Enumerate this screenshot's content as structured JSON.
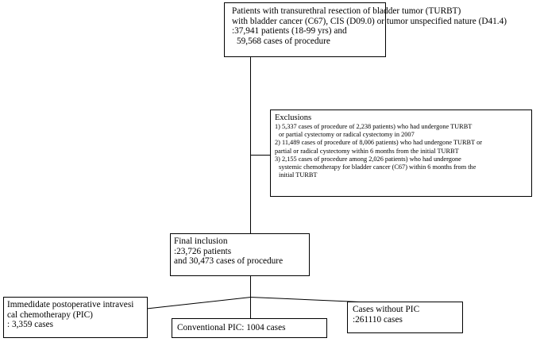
{
  "top_box": {
    "lines": [
      "Patients with transurethral resection of  bladder tumor (TURBT)",
      " with bladder cancer (C67), CIS (D09.0) or tumor unspecified nature (D41.4)",
      ":37,941 patients (18-99 yrs) and",
      "59,568 cases of procedure"
    ]
  },
  "exclusions": {
    "title": "Exclusions",
    "lines": [
      "1)    5,337 cases of procedure of 2,238 patients) who had undergone TURBT",
      "or partial cystectomy or radical cystectomy in 2007",
      "2) 11,489 cases of procedure of 8,006 patients) who had undergone TURBT or",
      "partial or radical cystectomy within 6 months from the initial TURBT",
      "3) 2,155 cases of procedure among 2,026 patients) who had undergone",
      "systemic chemotherapy for bladder cancer (C67) within 6 months from the",
      "initial  TURBT"
    ]
  },
  "final_box": {
    "lines": [
      "Final inclusion",
      ":23,726 patients",
      "and 30,473 cases of procedure"
    ]
  },
  "pic_box": {
    "lines": [
      "Immedidate postoperative intravesi",
      "cal chemotherapy (PIC)",
      ": 3,359 cases"
    ]
  },
  "conventional_box": {
    "lines": [
      "Conventional PIC: 1004 cases"
    ]
  },
  "without_box": {
    "lines": [
      "Cases without PIC",
      ":261110 cases"
    ]
  }
}
